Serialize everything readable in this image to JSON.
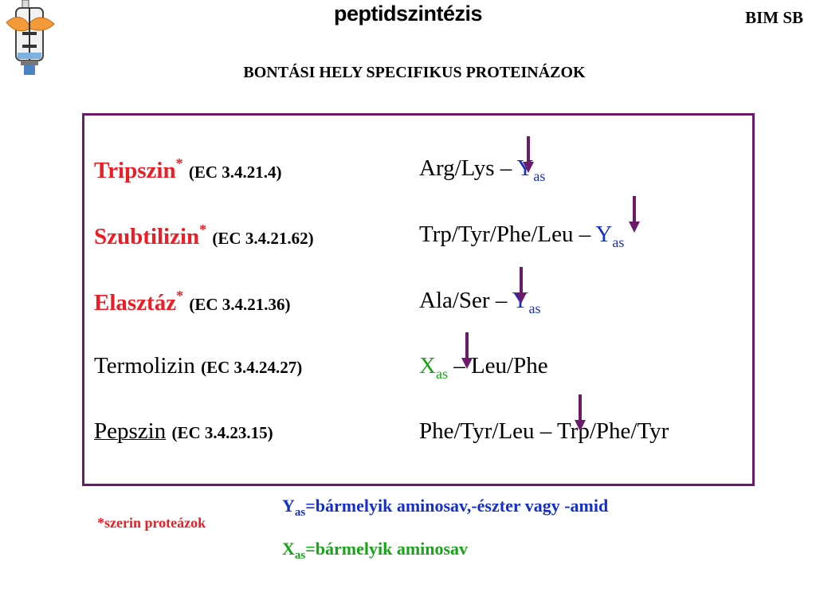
{
  "header": {
    "title": "peptidszintézis",
    "org": "BIM  SB",
    "subtitle": "BONTÁSI HELY SPECIFIKUS PROTEINÁZOK"
  },
  "rows": [
    {
      "name": "Tripszin",
      "star": "*",
      "ec": "(EC 3.4.21.4)",
      "site_before": "Arg/Lys – ",
      "site_var": "Y",
      "site_var_sub": "as",
      "site_after": ""
    },
    {
      "name": "Szubtilizin",
      "star": "*",
      "ec": "(EC 3.4.21.62)",
      "site_before": "Trp/Tyr/Phe/Leu – ",
      "site_var": "Y",
      "site_var_sub": "as",
      "site_after": ""
    },
    {
      "name": "Elasztáz",
      "star": "*",
      "ec": "(EC 3.4.21.36)",
      "site_before": "Ala/Ser – ",
      "site_var": "Y",
      "site_var_sub": "as",
      "site_after": ""
    },
    {
      "name": "Termolizin",
      "star": "",
      "ec": "(EC 3.4.24.27)",
      "site_before": "",
      "site_var": "X",
      "site_var_sub": "as",
      "site_after": " – Leu/Phe"
    },
    {
      "name": "Pepszin",
      "star": "",
      "ec": "(EC 3.4.23.15)",
      "site_before": "Phe/Tyr/Leu – Trp/Phe/Tyr",
      "site_var": "",
      "site_var_sub": "",
      "site_after": ""
    }
  ],
  "footnote": "*szerin proteázok",
  "legend": {
    "y_symbol": "Y",
    "y_sub": "as",
    "y_text": "=bármelyik aminosav,-észter vagy -amid",
    "x_symbol": "X",
    "x_sub": "as",
    "x_text": "=bármelyik aminosav"
  },
  "colors": {
    "red": "#ee1c24",
    "blue": "#1530c8",
    "green": "#19a319",
    "frame": "#6a1b6a",
    "arrow": "#6a1b6a"
  },
  "icons": {
    "logo": "bioreactor-logo-icon",
    "arrow": "cleavage-arrow-icon"
  }
}
